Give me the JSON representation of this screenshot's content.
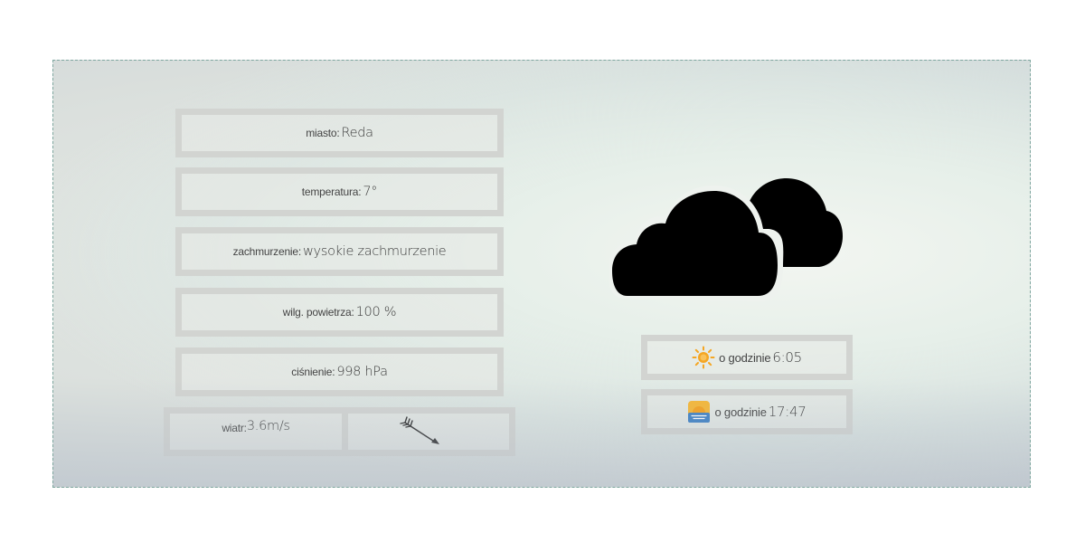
{
  "weather": {
    "city_label": "miasto:",
    "city": "Reda",
    "temp_label": "temperatura:",
    "temp": "7°",
    "clouds_label": "zachmurzenie:",
    "clouds": "wysokie zachmurzenie",
    "humidity_label": "wilg. powietrza:",
    "humidity": "100 %",
    "pressure_label": "ciśnienie:",
    "pressure": "998 hPa",
    "wind_label": "wiatr:",
    "wind": "3.6m/s"
  },
  "sun": {
    "sunrise_label": "o godzinie",
    "sunrise": "6:05",
    "sunset_label": "o godzinie",
    "sunset": "17:47"
  },
  "icons": {
    "weather": "clouds-icon",
    "wind_direction": "wind-arrow-icon",
    "sunrise": "sun-icon",
    "sunset": "sunset-icon"
  },
  "colors": {
    "box_border": "#d2d4d1",
    "panel_border": "#7fa7a0",
    "cloud": "#000000",
    "sun": "#f5a623"
  }
}
